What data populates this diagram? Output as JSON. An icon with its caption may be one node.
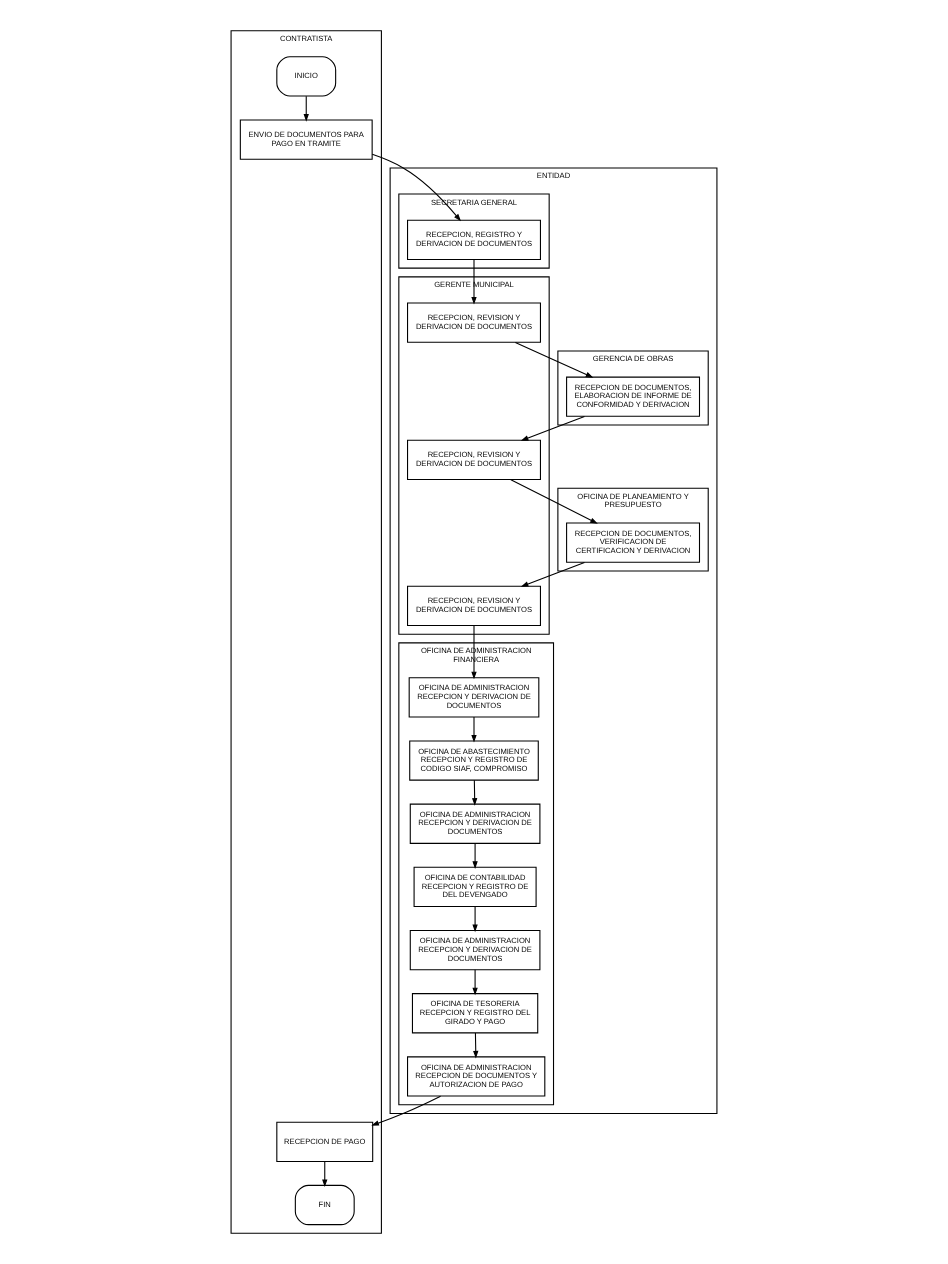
{
  "diagram": {
    "nodes": [
      {
        "text": [
          "CONTRATISTA"
        ]
      },
      {
        "text": [
          "INICIO"
        ],
        "in": 0
      },
      {
        "text": [
          "ENVIO DE DOCUMENTOS PARA PAGO EN TRAMITE"
        ],
        "in": 0
      },
      {
        "text": [
          "RECEPCION DE PAGO"
        ],
        "in": 0
      },
      {
        "text": [
          "FIN"
        ],
        "in": 0
      },
      {
        "text": [
          "ENTIDAD"
        ]
      },
      {
        "text": [
          "SECRETARIA GENERAL"
        ],
        "in": 5
      },
      {
        "text": [
          "RECEPCION, REGISTRO Y DERIVACION DE DOCUMENTOS"
        ],
        "in": 6
      },
      {
        "text": [
          "GERENTE MUNICIPAL"
        ],
        "in": 5
      },
      {
        "text": [
          "RECEPCION, REVISION Y DERIVACION DE DOCUMENTOS"
        ],
        "in": 8
      },
      {
        "text": [
          "RECEPCION, REVISION Y DERIVACION DE DOCUMENTOS"
        ],
        "in": 8
      },
      {
        "text": [
          "RECEPCION, REVISION Y DERIVACION DE DOCUMENTOS"
        ],
        "in": 8
      },
      {
        "text": [
          "GERENCIA DE OBRAS"
        ],
        "in": 5
      },
      {
        "text": [
          "RECEPCION DE DOCUMENTOS, ELABORACION DE INFORME DE CONFORMIDAD Y DERIVACION"
        ],
        "in": 12
      },
      {
        "text": [
          "OFICINA DE PLANEAMIENTO Y PRESUPUESTO"
        ],
        "in": 5
      },
      {
        "text": [
          "RECEPCION DE DOCUMENTOS, VERIFICACION DE CERTIFICACION Y DERIVACION"
        ],
        "in": 14
      },
      {
        "text": [
          "OFICINA DE ADMINISTRACION FINANCIERA"
        ],
        "in": 5
      },
      {
        "text": [
          "OFICINA DE ADMINISTRACION RECEPCION Y DERIVACION DE DOCUMENTOS"
        ],
        "in": 16
      },
      {
        "text": [
          "OFICINA DE ABASTECIMIENTO RECEPCION Y REGISTRO DE CODIGO SIAF, COMPROMISO"
        ],
        "in": 16
      },
      {
        "text": [
          "OFICINA DE ADMINISTRACION RECEPCION Y DERIVACION DE DOCUMENTOS"
        ],
        "in": 16
      },
      {
        "text": [
          "OFICINA DE CONTABILIDAD RECEPCION Y REGISTRO DE DEL DEVENGADO"
        ],
        "in": 16
      },
      {
        "text": [
          "OFICINA DE ADMINISTRACION RECEPCION Y DERIVACION DE DOCUMENTOS"
        ],
        "in": 16
      },
      {
        "text": [
          "OFICINA DE TESORERIA RECEPCION Y REGISTRO DEL GIRADO Y PAGO"
        ],
        "in": 16
      },
      {
        "text": [
          "OFICINA DE ADMINISTRACION RECEPCION DE DOCUMENTOS Y AUTORIZACION DE PAGO"
        ],
        "in": 16
      }
    ],
    "edges": [
      {
        "from": 1,
        "to": 2,
        "arrow": "to"
      },
      {
        "from": 2,
        "to": 7,
        "arrow": "to"
      },
      {
        "from": 7,
        "to": 9,
        "arrow": "to"
      },
      {
        "from": 9,
        "to": 13,
        "arrow": "to"
      },
      {
        "from": 13,
        "to": 10,
        "arrow": "to"
      },
      {
        "from": 10,
        "to": 15,
        "arrow": "to"
      },
      {
        "from": 15,
        "to": 11,
        "arrow": "to"
      },
      {
        "from": 11,
        "to": 17,
        "arrow": "to"
      },
      {
        "from": 17,
        "to": 18,
        "arrow": "to"
      },
      {
        "from": 18,
        "to": 19,
        "arrow": "to"
      },
      {
        "from": 19,
        "to": 20,
        "arrow": "to"
      },
      {
        "from": 20,
        "to": 21,
        "arrow": "to"
      },
      {
        "from": 21,
        "to": 22,
        "arrow": "to"
      },
      {
        "from": 22,
        "to": 23,
        "arrow": "to"
      },
      {
        "from": 23,
        "to": 3,
        "arrow": "to"
      },
      {
        "from": 3,
        "to": 4,
        "arrow": "to"
      }
    ]
  }
}
